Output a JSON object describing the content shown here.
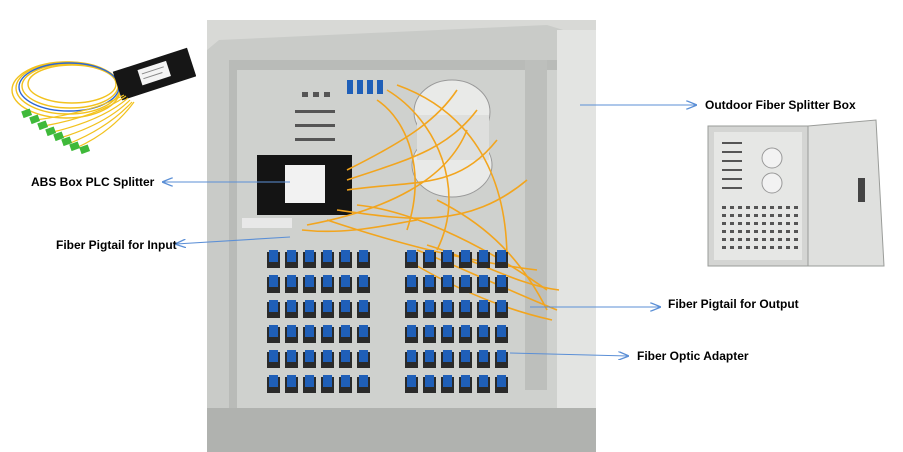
{
  "labels": {
    "outdoor_box": "Outdoor Fiber Splitter Box",
    "abs_splitter": "ABS Box PLC Splitter",
    "pigtail_input": "Fiber Pigtail for Input",
    "pigtail_output": "Fiber Pigtail for Output",
    "optic_adapter": "Fiber Optic Adapter"
  },
  "colors": {
    "arrow": "#5b8fd6",
    "fiber": "#f2a51e",
    "adapter": "#1f5fb8",
    "cabinet": "#c9cbc8",
    "cabinet_dark": "#a9aba8",
    "splitter_body": "#111111",
    "connector_green": "#3fb93a"
  },
  "images": {
    "main_photo": "fiber-distribution-cabinet-photo",
    "splitter_photo": "abs-box-plc-splitter-photo",
    "box_photo": "outdoor-fiber-splitter-box-photo"
  }
}
